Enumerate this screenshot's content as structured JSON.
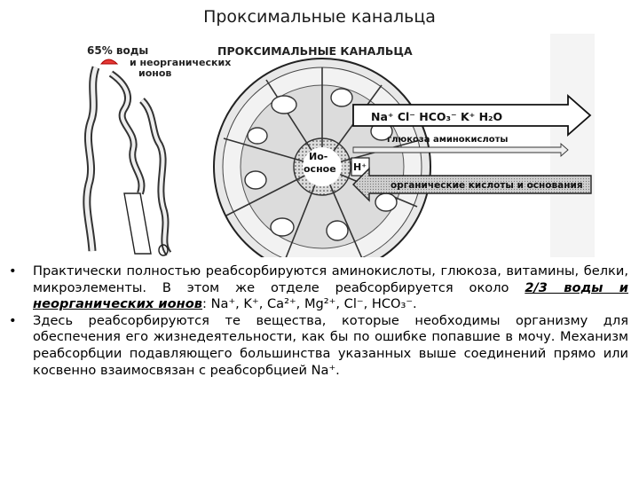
{
  "slide": {
    "title": "Проксимальные канальца"
  },
  "figure": {
    "header": "ПРОКСИМАЛЬНЫЕ КАНАЛЬЦА",
    "water_label": "65% воды",
    "ions_label_1": "и неорганических",
    "ions_label_2": "ионов",
    "ions_arrow_text": "Na⁺ Cl⁻ HCO₃⁻ K⁺ H₂O",
    "glucose_text": "глюкоза аминокислоты",
    "core_label_1": "Ио-",
    "core_label_2": "осное",
    "hydrogen_label": "H⁺",
    "acids_text": "органические кислоты и основания"
  },
  "bullets": [
    {
      "text_a": "Практически полностью реабсорбируются аминокислоты, глюкоза, витамины, белки, микроэлементы. В этом же отделе реабсорбируется около ",
      "emphasis": "2/3 воды и неорганических ионов",
      "text_b": ": Na⁺, K⁺, Ca²⁺, Mg²⁺, Cl⁻, HCO₃⁻."
    },
    {
      "text": "Здесь реабсорбируются те вещества, которые необходимы организму для обеспечения его жизнедеятельности, как бы по ошибке попавшие в мочу. Механизм реабсорбции подавляющего большинства указанных выше соединений прямо или косвенно взаимосвязан с реабсорбцией Na⁺."
    }
  ],
  "bullet_symbol": "•",
  "colors": {
    "accent_red": "#e53935",
    "ink": "#1a1a1a",
    "diagram_gray": "#d9d9d9"
  }
}
